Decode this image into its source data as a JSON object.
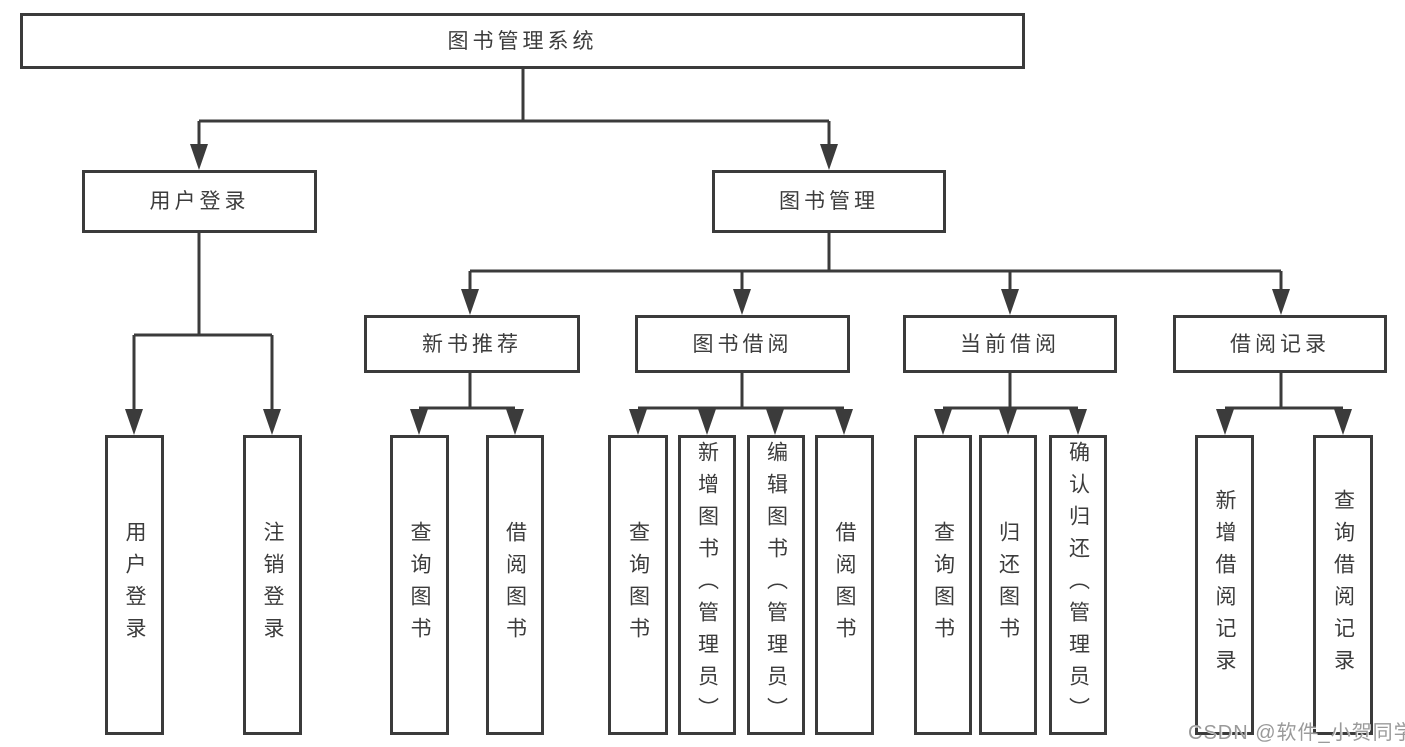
{
  "tree": {
    "root": "图书管理系统",
    "branches": [
      {
        "label": "用户登录",
        "children": [
          "用户登录",
          "注销登录"
        ]
      },
      {
        "label": "图书管理",
        "sections": [
          {
            "label": "新书推荐",
            "children": [
              "查询图书",
              "借阅图书"
            ]
          },
          {
            "label": "图书借阅",
            "children": [
              "查询图书",
              "新增图书（管理员）",
              "编辑图书（管理员）",
              "借阅图书"
            ]
          },
          {
            "label": "当前借阅",
            "children": [
              "查询图书",
              "归还图书",
              "确认归还（管理员）"
            ]
          },
          {
            "label": "借阅记录",
            "children": [
              "新增借阅记录",
              "查询借阅记录"
            ]
          }
        ]
      }
    ]
  },
  "watermark": "CSDN @软件_小贺同学",
  "colors": {
    "line": "#3b3b3b",
    "text": "#3c3c3c",
    "box_fill": "#ffffff",
    "watermark": "#9a9a9a"
  }
}
